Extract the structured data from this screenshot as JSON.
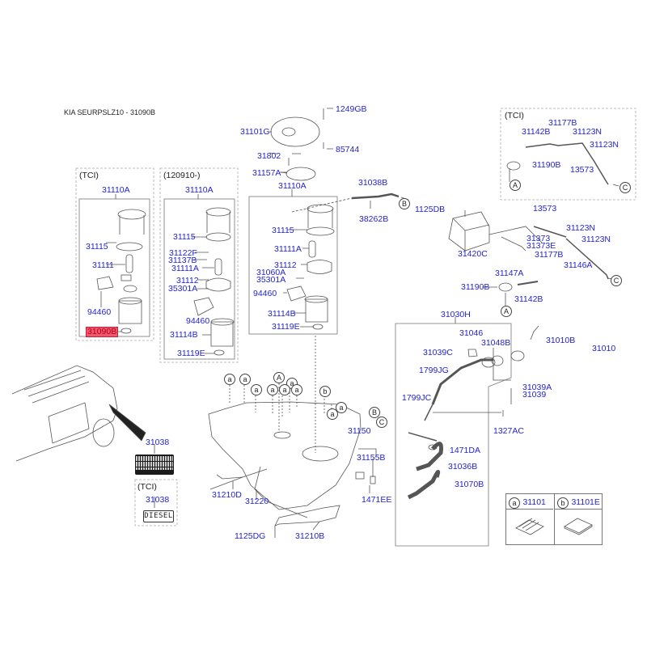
{
  "header": {
    "title": "KIA SEURPSLZ10 - 31090B"
  },
  "groups": {
    "tci_pump": {
      "note": "(TCI)"
    },
    "date_pump": {
      "note": "(120910-)"
    },
    "tci_vapor": {
      "note": "(TCI)"
    },
    "tci_label": {
      "note": "(TCI)"
    }
  },
  "labels": {
    "l_1249GB": "1249GB",
    "l_31101G": "31101G",
    "l_85744": "85744",
    "l_31802": "31802",
    "l_31157A": "31157A",
    "l_31110A_main": "31110A",
    "l_31115_main": "31115",
    "l_31111A_main": "31111A",
    "l_31112_main": "31112",
    "l_31060A": "31060A",
    "l_35301A_main": "35301A",
    "l_94460_main": "94460",
    "l_31114B_main": "31114B",
    "l_31119E_main": "31119E",
    "l_31038B": "31038B",
    "l_38262B": "38262B",
    "l_31110A_tci": "31110A",
    "l_31115_tci": "31115",
    "l_31111_tci": "31111",
    "l_94460_tci": "94460",
    "l_31090B": "31090B",
    "l_31110A_d": "31110A",
    "l_31115_d": "31115",
    "l_31122F": "31122F",
    "l_31137B": "31137B",
    "l_31111A_d": "31111A",
    "l_31112_d": "31112",
    "l_35301A_d": "35301A",
    "l_94460_d": "94460",
    "l_31114B_d": "31114B",
    "l_31119E_d": "31119E",
    "l_31177B_t": "31177B",
    "l_31142B_t": "31142B",
    "l_31123N_t1": "31123N",
    "l_31123N_t2": "31123N",
    "l_31190B_t": "31190B",
    "l_13573_t": "13573",
    "l_1125DB": "1125DB",
    "l_13573": "13573",
    "l_31123N_1": "31123N",
    "l_31123N_2": "31123N",
    "l_31373": "31373",
    "l_31373E": "31373E",
    "l_31420C": "31420C",
    "l_31177B": "31177B",
    "l_31146A": "31146A",
    "l_31147A": "31147A",
    "l_31190B": "31190B",
    "l_31142B": "31142B",
    "l_31030H": "31030H",
    "l_31046": "31046",
    "l_31048B": "31048B",
    "l_31039C": "31039C",
    "l_1799JG": "1799JG",
    "l_31010B": "31010B",
    "l_31010": "31010",
    "l_31039A": "31039A",
    "l_31039": "31039",
    "l_1799JC": "1799JC",
    "l_1327AC": "1327AC",
    "l_1471DA": "1471DA",
    "l_31036B": "31036B",
    "l_31070B": "31070B",
    "l_31150": "31150",
    "l_31155B": "31155B",
    "l_1471EE": "1471EE",
    "l_31210D": "31210D",
    "l_31220": "31220",
    "l_1125DG": "1125DG",
    "l_31210B": "31210B",
    "l_31038_a": "31038",
    "l_31038_b": "31038"
  },
  "callouts": {
    "a": "a",
    "b": "b",
    "A": "A",
    "B": "B",
    "C": "C"
  },
  "legend": {
    "items": [
      {
        "key": "a",
        "part": "31101"
      },
      {
        "key": "b",
        "part": "31101E"
      }
    ]
  },
  "decals": {
    "diesel": "DIESEL"
  },
  "highlight": {
    "part": "31090B",
    "color": "#f0586e"
  },
  "colors": {
    "label": "#2323d8",
    "line": "#555555"
  }
}
